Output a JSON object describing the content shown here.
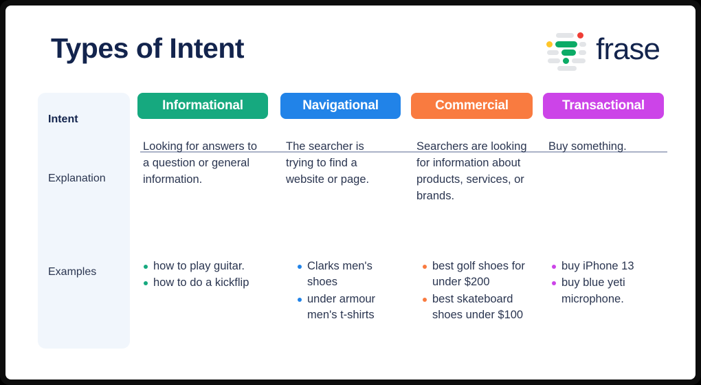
{
  "page": {
    "title": "Types of Intent",
    "background": "#ffffff",
    "frame_color": "#0d0d0d",
    "title_color": "#13244d"
  },
  "logo": {
    "text": "frase",
    "mark_name": "frase-document-mark",
    "colors": {
      "gray": "#e3e5e8",
      "green": "#0bab66",
      "yellow": "#ffc629",
      "red": "#ef3e36"
    }
  },
  "table": {
    "row_labels": [
      {
        "id": "intent",
        "label": "Intent",
        "bold": true
      },
      {
        "id": "explanation",
        "label": "Explanation",
        "bold": false
      },
      {
        "id": "examples",
        "label": "Examples",
        "bold": false
      }
    ],
    "sidebar_bg": "#f1f6fc",
    "divider_color": "#aab2c7",
    "columns": [
      {
        "id": "informational",
        "label": "Informational",
        "color": "#16a97f",
        "explanation": "Looking for answers to a question or general information.",
        "examples": [
          "how to play guitar.",
          "how to do a kickflip"
        ]
      },
      {
        "id": "navigational",
        "label": "Navigational",
        "color": "#2183e8",
        "explanation": "The searcher is trying to find a website or page.",
        "examples": [
          "Clarks men's shoes",
          "under armour men's t-shirts"
        ]
      },
      {
        "id": "commercial",
        "label": "Commercial",
        "color": "#f97b40",
        "explanation": "Searchers are looking for information about products, services, or brands.",
        "examples": [
          "best golf shoes for under $200",
          "best skateboard shoes under $100"
        ]
      },
      {
        "id": "transactional",
        "label": "Transactional",
        "color": "#cc44e8",
        "explanation": "Buy something.",
        "examples": [
          "buy iPhone 13",
          "buy blue yeti microphone."
        ]
      }
    ]
  }
}
